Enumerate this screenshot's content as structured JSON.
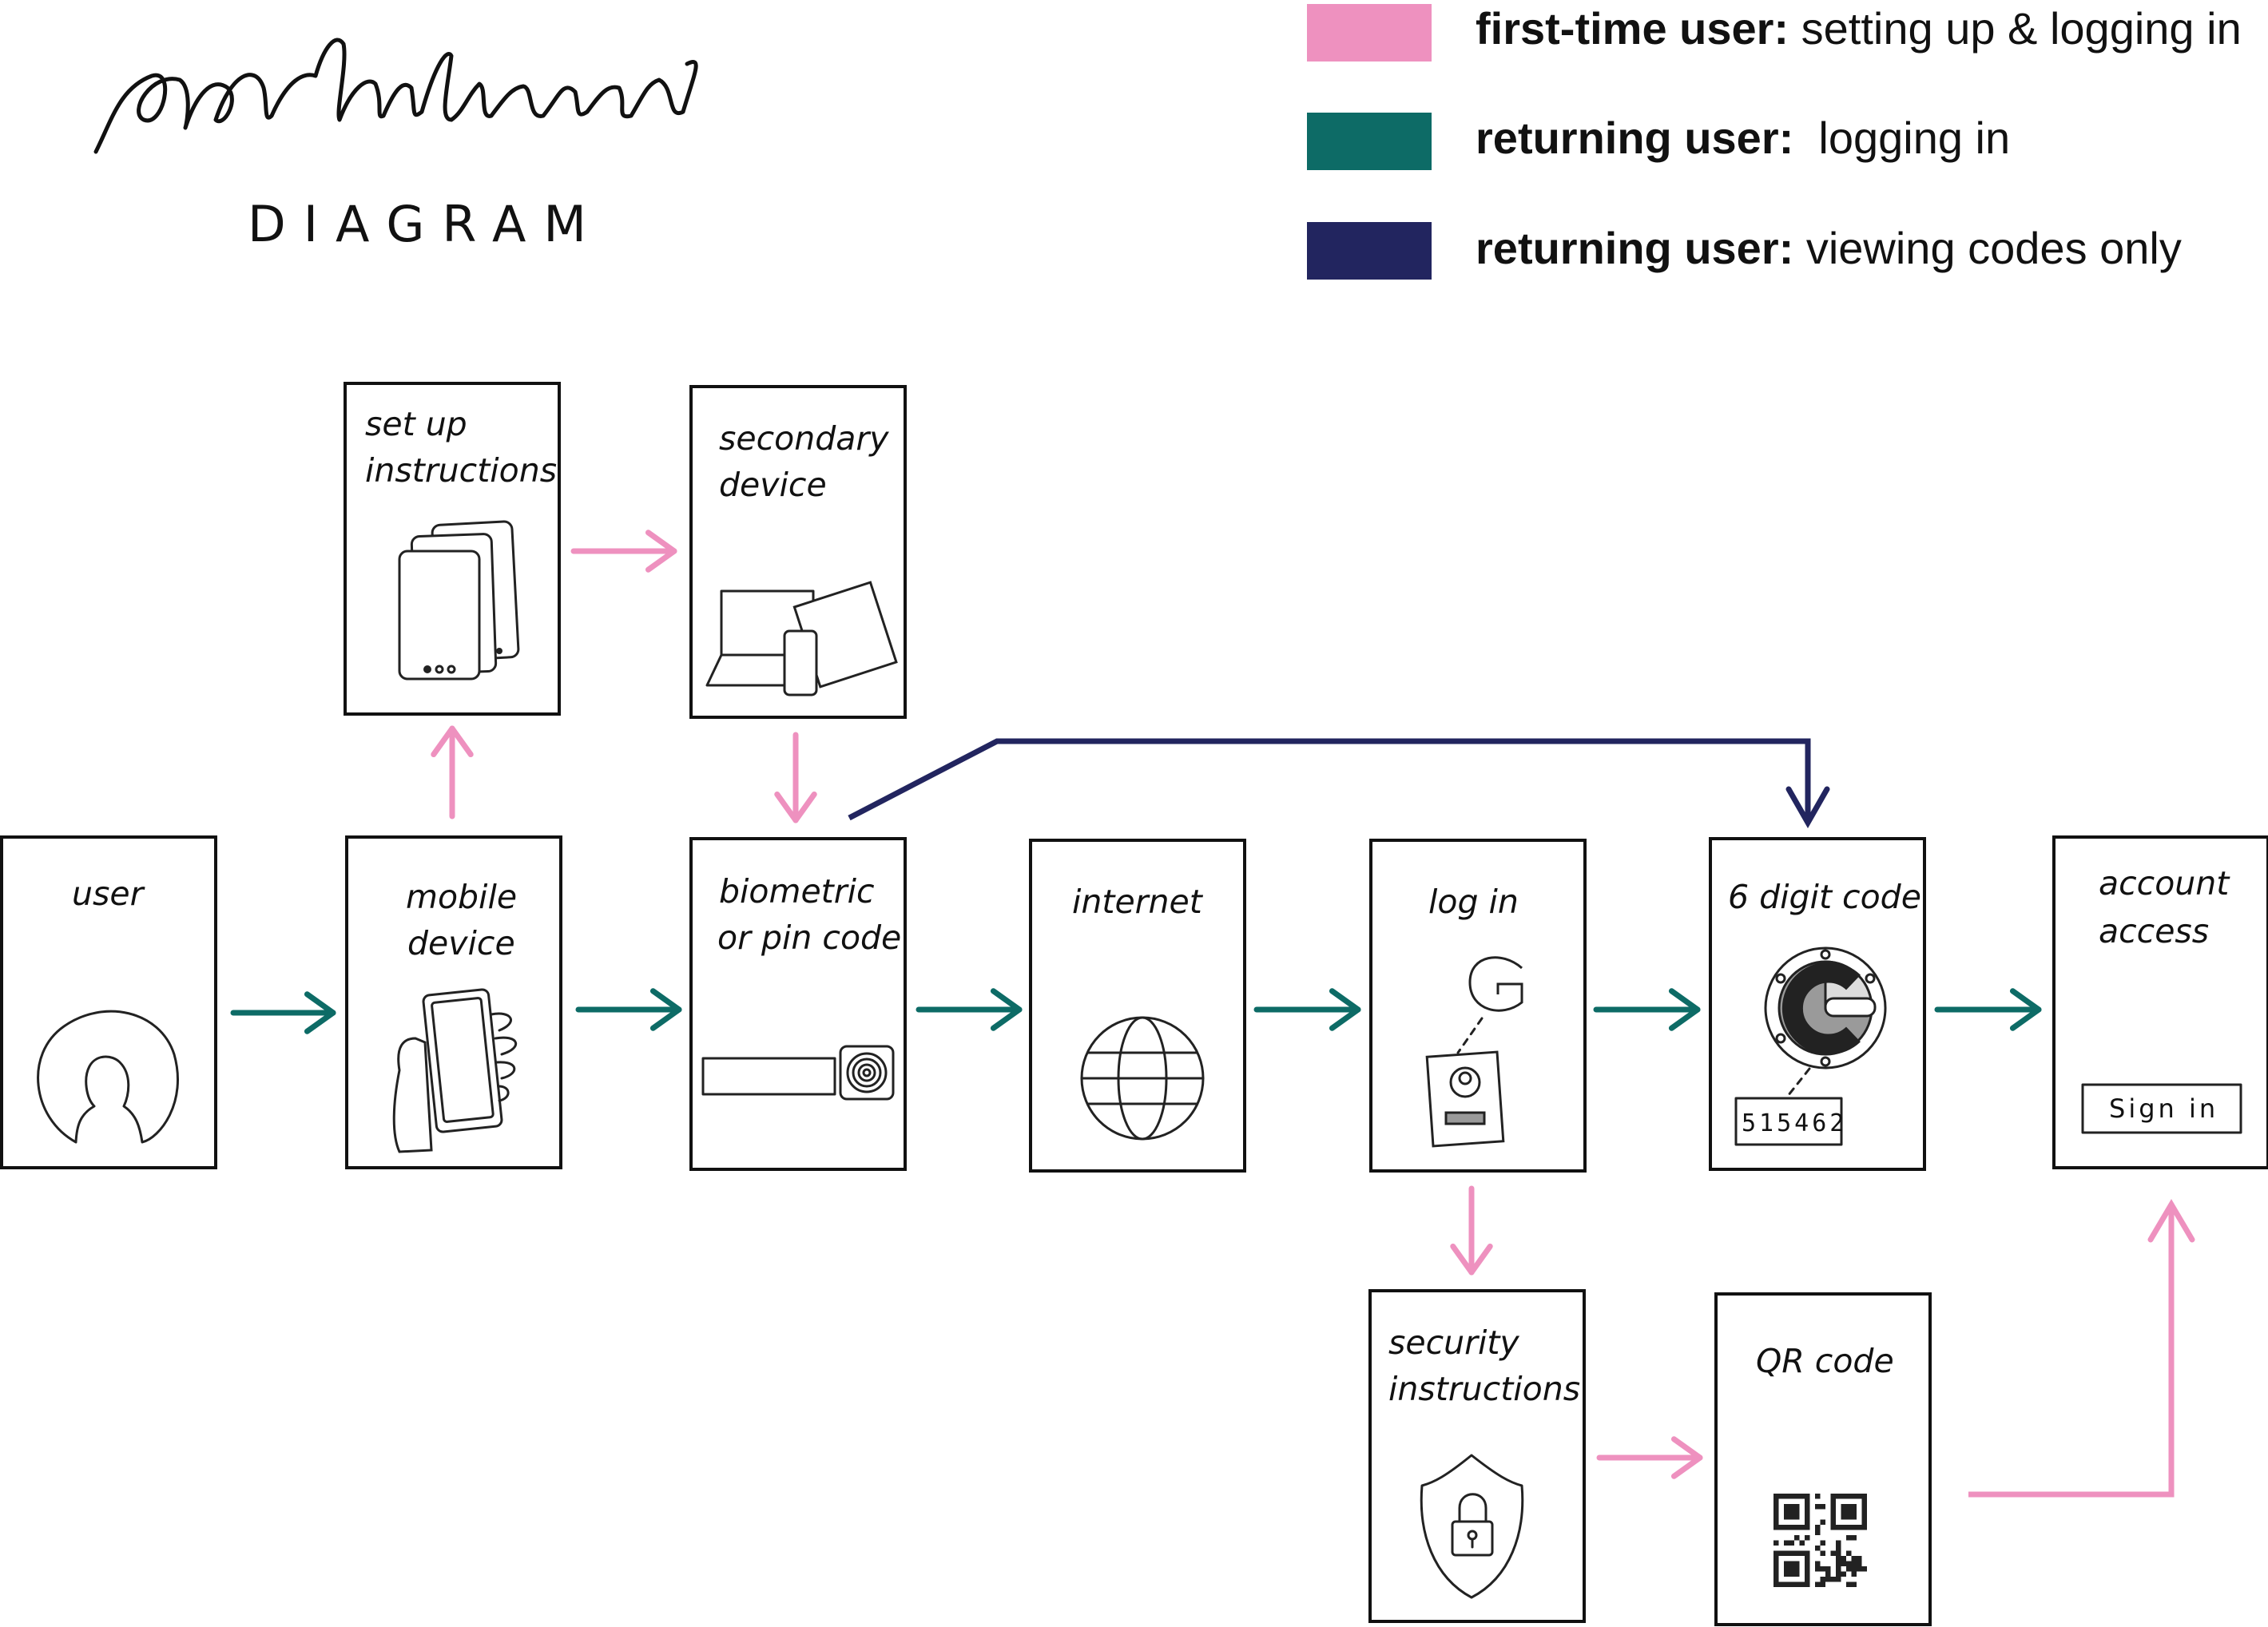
{
  "colors": {
    "first_time": "#ee91bf",
    "returning": "#0d6b66",
    "viewing": "#22255f",
    "ink": "#111111"
  },
  "title": {
    "script_word": "architecture",
    "subtitle": "DIAGRAM"
  },
  "legend": [
    {
      "color": "#ee91bf",
      "bold": "first-time user:",
      "text": " setting up & logging in"
    },
    {
      "color": "#0d6b66",
      "bold": "returning user:",
      "text": "  logging in"
    },
    {
      "color": "#22255f",
      "bold": "returning user:",
      "text": " viewing codes only"
    }
  ],
  "nodes": {
    "user": {
      "line1": "user",
      "line2": ""
    },
    "mobile_device": {
      "line1": "mobile",
      "line2": "device"
    },
    "set_up_instructions": {
      "line1": "set up",
      "line2": "instructions"
    },
    "secondary_device": {
      "line1": "secondary",
      "line2": "device"
    },
    "biometric": {
      "line1": "biometric",
      "line2": "or pin code"
    },
    "internet": {
      "line1": "internet",
      "line2": ""
    },
    "log_in": {
      "line1": "log in",
      "line2": ""
    },
    "six_digit_code": {
      "line1": "6 digit code",
      "line2": ""
    },
    "account_access": {
      "line1": "account",
      "line2": "access"
    },
    "security_instructions": {
      "line1": "security",
      "line2": "instructions"
    },
    "qr_code": {
      "line1": "QR code",
      "line2": ""
    }
  },
  "code_value": "515462",
  "sign_in_label": "Sign in",
  "icons": {
    "user": "user-silhouette-icon",
    "mobile": "hand-holding-phone-icon",
    "setup": "stacked-phone-screens-icon",
    "secondary": "laptop-phone-tablet-icon",
    "biometric": "fingerprint-pin-field-icon",
    "internet": "globe-icon",
    "login": "google-and-id-card-icon",
    "authenticator": "authenticator-app-icon",
    "security": "shield-lock-icon",
    "qr": "qr-code-icon"
  }
}
